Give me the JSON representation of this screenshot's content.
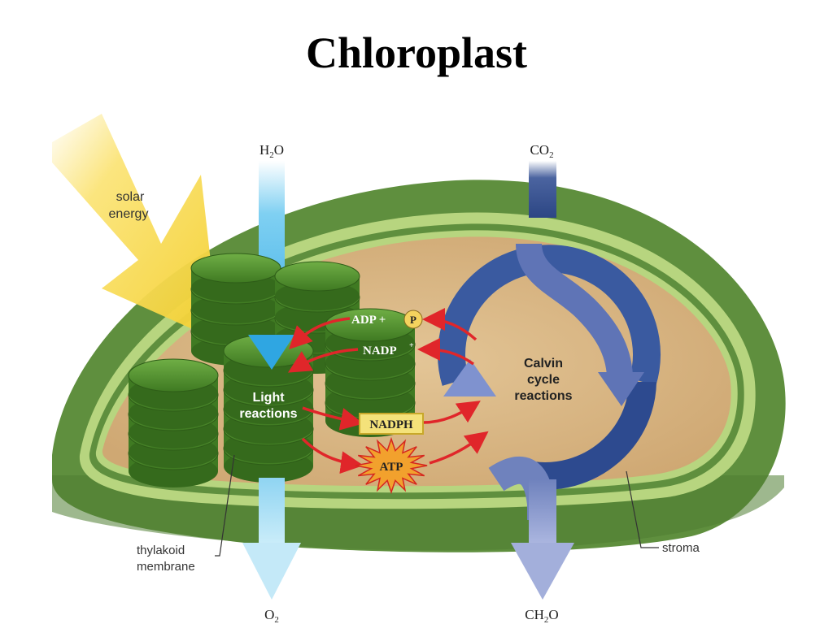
{
  "title": "Chloroplast",
  "labels": {
    "solar_line1": "solar",
    "solar_line2": "energy",
    "h2o_base": "H",
    "h2o_sub": "2",
    "h2o_end": "O",
    "co2_base": "CO",
    "co2_sub": "2",
    "o2_base": "O",
    "o2_sub": "2",
    "ch2o_base": "CH",
    "ch2o_sub": "2",
    "ch2o_end": "O",
    "light_line1": "Light",
    "light_line2": "reactions",
    "calvin_line1": "Calvin",
    "calvin_line2": "cycle",
    "calvin_line3": "reactions",
    "adp": "ADP +",
    "p": "P",
    "nadp": "NADP",
    "nadp_sup": "+",
    "nadph": "NADPH",
    "atp": "ATP",
    "thylakoid_line1": "thylakoid",
    "thylakoid_line2": "membrane",
    "stroma": "stroma"
  },
  "colors": {
    "outer_membrane": "#5f8f3e",
    "inner_band": "#b7d57f",
    "stroma": "#d8b483",
    "thylakoid": "#4f8a2c",
    "water_arrow": "#47b3e6",
    "co2_arrow": "#2f4a8a",
    "calvin_cycle": "#3a5aa0",
    "solar_arrow": "#f6d94a",
    "reaction_arrow": "#e0262a",
    "nadph_box": "#f4e27a",
    "atp_star": "#f2a12d"
  }
}
